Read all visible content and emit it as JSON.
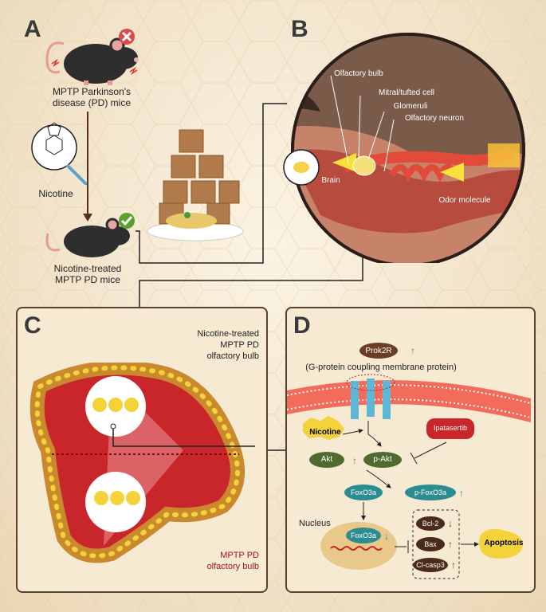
{
  "panels": {
    "a": "A",
    "b": "B",
    "c": "C",
    "d": "D"
  },
  "panel_a": {
    "pd_mice": "MPTP Parkinson's\ndisease (PD) mice",
    "nicotine": "Nicotine",
    "treated_mice": "Nicotine-treated\nMPTP PD mice"
  },
  "panel_b": {
    "olfactory_bulb": "Olfactory bulb",
    "mitral_cell": "Mitral/tufted cell",
    "glomeruli": "Glomeruli",
    "olfactory_neuron": "Olfactory neuron",
    "brain": "Brain",
    "odor_molecule": "Odor molecule"
  },
  "panel_c": {
    "treated_label": "Nicotine-treated\nMPTP PD\nolfactory bulb",
    "pd_label": "MPTP PD\nolfactory bulb"
  },
  "panel_d": {
    "prok2r": "Prok2R",
    "gpcr": "(G-protein coupling membrane protein)",
    "nicotine": "Nicotine",
    "ipatasertib": "Ipatasertib",
    "akt": "Akt",
    "p_akt": "p-Akt",
    "foxo3a": "FoxO3a",
    "p_foxo3a": "p-FoxO3a",
    "nucleus": "Nucleus",
    "foxo3a_nuc": "FoxO3a",
    "bcl2": "Bcl-2",
    "bax": "Bax",
    "cl_casp3": "Cl-casp3",
    "apoptosis": "Apoptosis"
  },
  "colors": {
    "membrane": "#f26b5b",
    "receptor": "#5fb7d6",
    "dark_green": "#4f6b2f",
    "teal": "#2d8c8f",
    "yellow": "#f3d23a",
    "bulb_red": "#c8262a",
    "bulb_border": "#c98a2e",
    "up_arrow_green": "#5a8a2a",
    "brown": "#6b3d22"
  },
  "icons": [
    "warning-cross-icon",
    "check-icon",
    "syringe-icon",
    "nicotine-structure-icon",
    "mouse-icon",
    "tofu-food-icon"
  ]
}
